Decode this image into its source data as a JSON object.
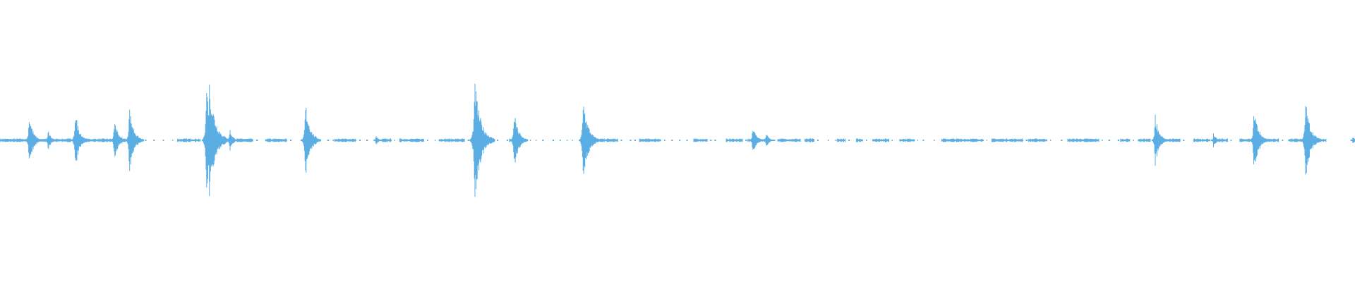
{
  "waveform": {
    "color": "#5aaee3",
    "background": "#ffffff",
    "segments": [
      [
        0.0,
        0.093
      ],
      [
        0.131,
        0.148
      ],
      [
        0.161,
        0.187
      ],
      [
        0.196,
        0.212
      ],
      [
        0.247,
        0.263
      ],
      [
        0.282,
        0.289
      ],
      [
        0.295,
        0.313
      ],
      [
        0.324,
        0.343
      ],
      [
        0.35,
        0.357
      ],
      [
        0.376,
        0.389
      ],
      [
        0.434,
        0.456
      ],
      [
        0.472,
        0.488
      ],
      [
        0.512,
        0.522
      ],
      [
        0.536,
        0.548
      ],
      [
        0.552,
        0.565
      ],
      [
        0.574,
        0.591
      ],
      [
        0.594,
        0.601
      ],
      [
        0.618,
        0.624
      ],
      [
        0.632,
        0.637
      ],
      [
        0.644,
        0.656
      ],
      [
        0.664,
        0.675
      ],
      [
        0.695,
        0.726
      ],
      [
        0.732,
        0.755
      ],
      [
        0.759,
        0.773
      ],
      [
        0.788,
        0.811
      ],
      [
        0.827,
        0.834
      ],
      [
        0.84,
        0.849
      ],
      [
        0.861,
        0.871
      ],
      [
        0.881,
        0.893
      ],
      [
        0.895,
        0.906
      ],
      [
        0.915,
        0.924
      ],
      [
        0.93,
        0.944
      ],
      [
        0.951,
        0.979
      ]
    ],
    "bursts": [
      {
        "pos": 0.0215,
        "amp": 0.33
      },
      {
        "pos": 0.0355,
        "amp": 0.13
      },
      {
        "pos": 0.0555,
        "amp": 0.37
      },
      {
        "pos": 0.0845,
        "amp": 0.28
      },
      {
        "pos": 0.0955,
        "amp": 0.42
      },
      {
        "pos": 0.1525,
        "amp": 0.6
      },
      {
        "pos": 0.1545,
        "amp": 0.72
      },
      {
        "pos": 0.1695,
        "amp": 0.15
      },
      {
        "pos": 0.2255,
        "amp": 0.47
      },
      {
        "pos": 0.2775,
        "amp": 0.07
      },
      {
        "pos": 0.3505,
        "amp": 0.72
      },
      {
        "pos": 0.3795,
        "amp": 0.37
      },
      {
        "pos": 0.4305,
        "amp": 0.52
      },
      {
        "pos": 0.5555,
        "amp": 0.2
      },
      {
        "pos": 0.5655,
        "amp": 0.1
      },
      {
        "pos": 0.8525,
        "amp": 0.33
      },
      {
        "pos": 0.8955,
        "amp": 0.09
      },
      {
        "pos": 0.9255,
        "amp": 0.42
      },
      {
        "pos": 0.9635,
        "amp": 0.5
      },
      {
        "pos": 0.9985,
        "amp": 0.06
      }
    ]
  }
}
